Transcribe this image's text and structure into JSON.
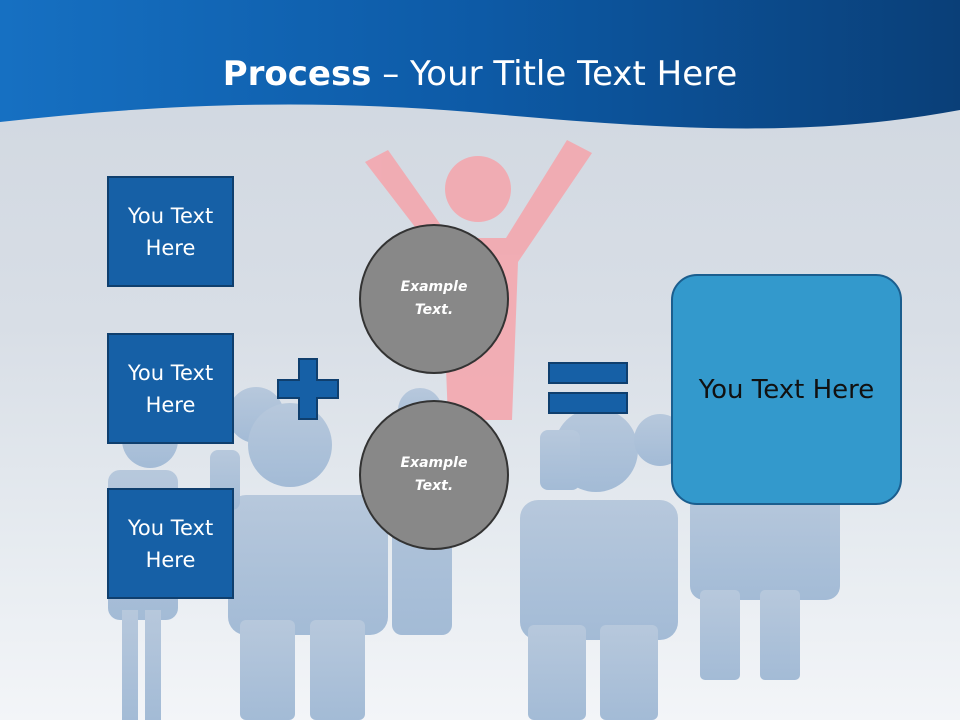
{
  "slide": {
    "title_bold": "Process",
    "title_rest": " – Your Title Text Here"
  },
  "left_boxes": [
    {
      "label": "You Text Here"
    },
    {
      "label": "You Text Here"
    },
    {
      "label": "You Text Here"
    }
  ],
  "circles": [
    {
      "label": "Example Text."
    },
    {
      "label": "Example Text."
    }
  ],
  "result_box": {
    "label": "You Text Here"
  },
  "symbols": {
    "plus": "plus-icon",
    "equals": "equals-icon"
  },
  "colors": {
    "header_blue": "#0f5aa6",
    "box_blue": "#1660a6",
    "result_blue": "#3399cc",
    "circle_gray": "#888888",
    "figure_red": "#f2a7ad",
    "figure_blue": "#a9bfd8"
  }
}
